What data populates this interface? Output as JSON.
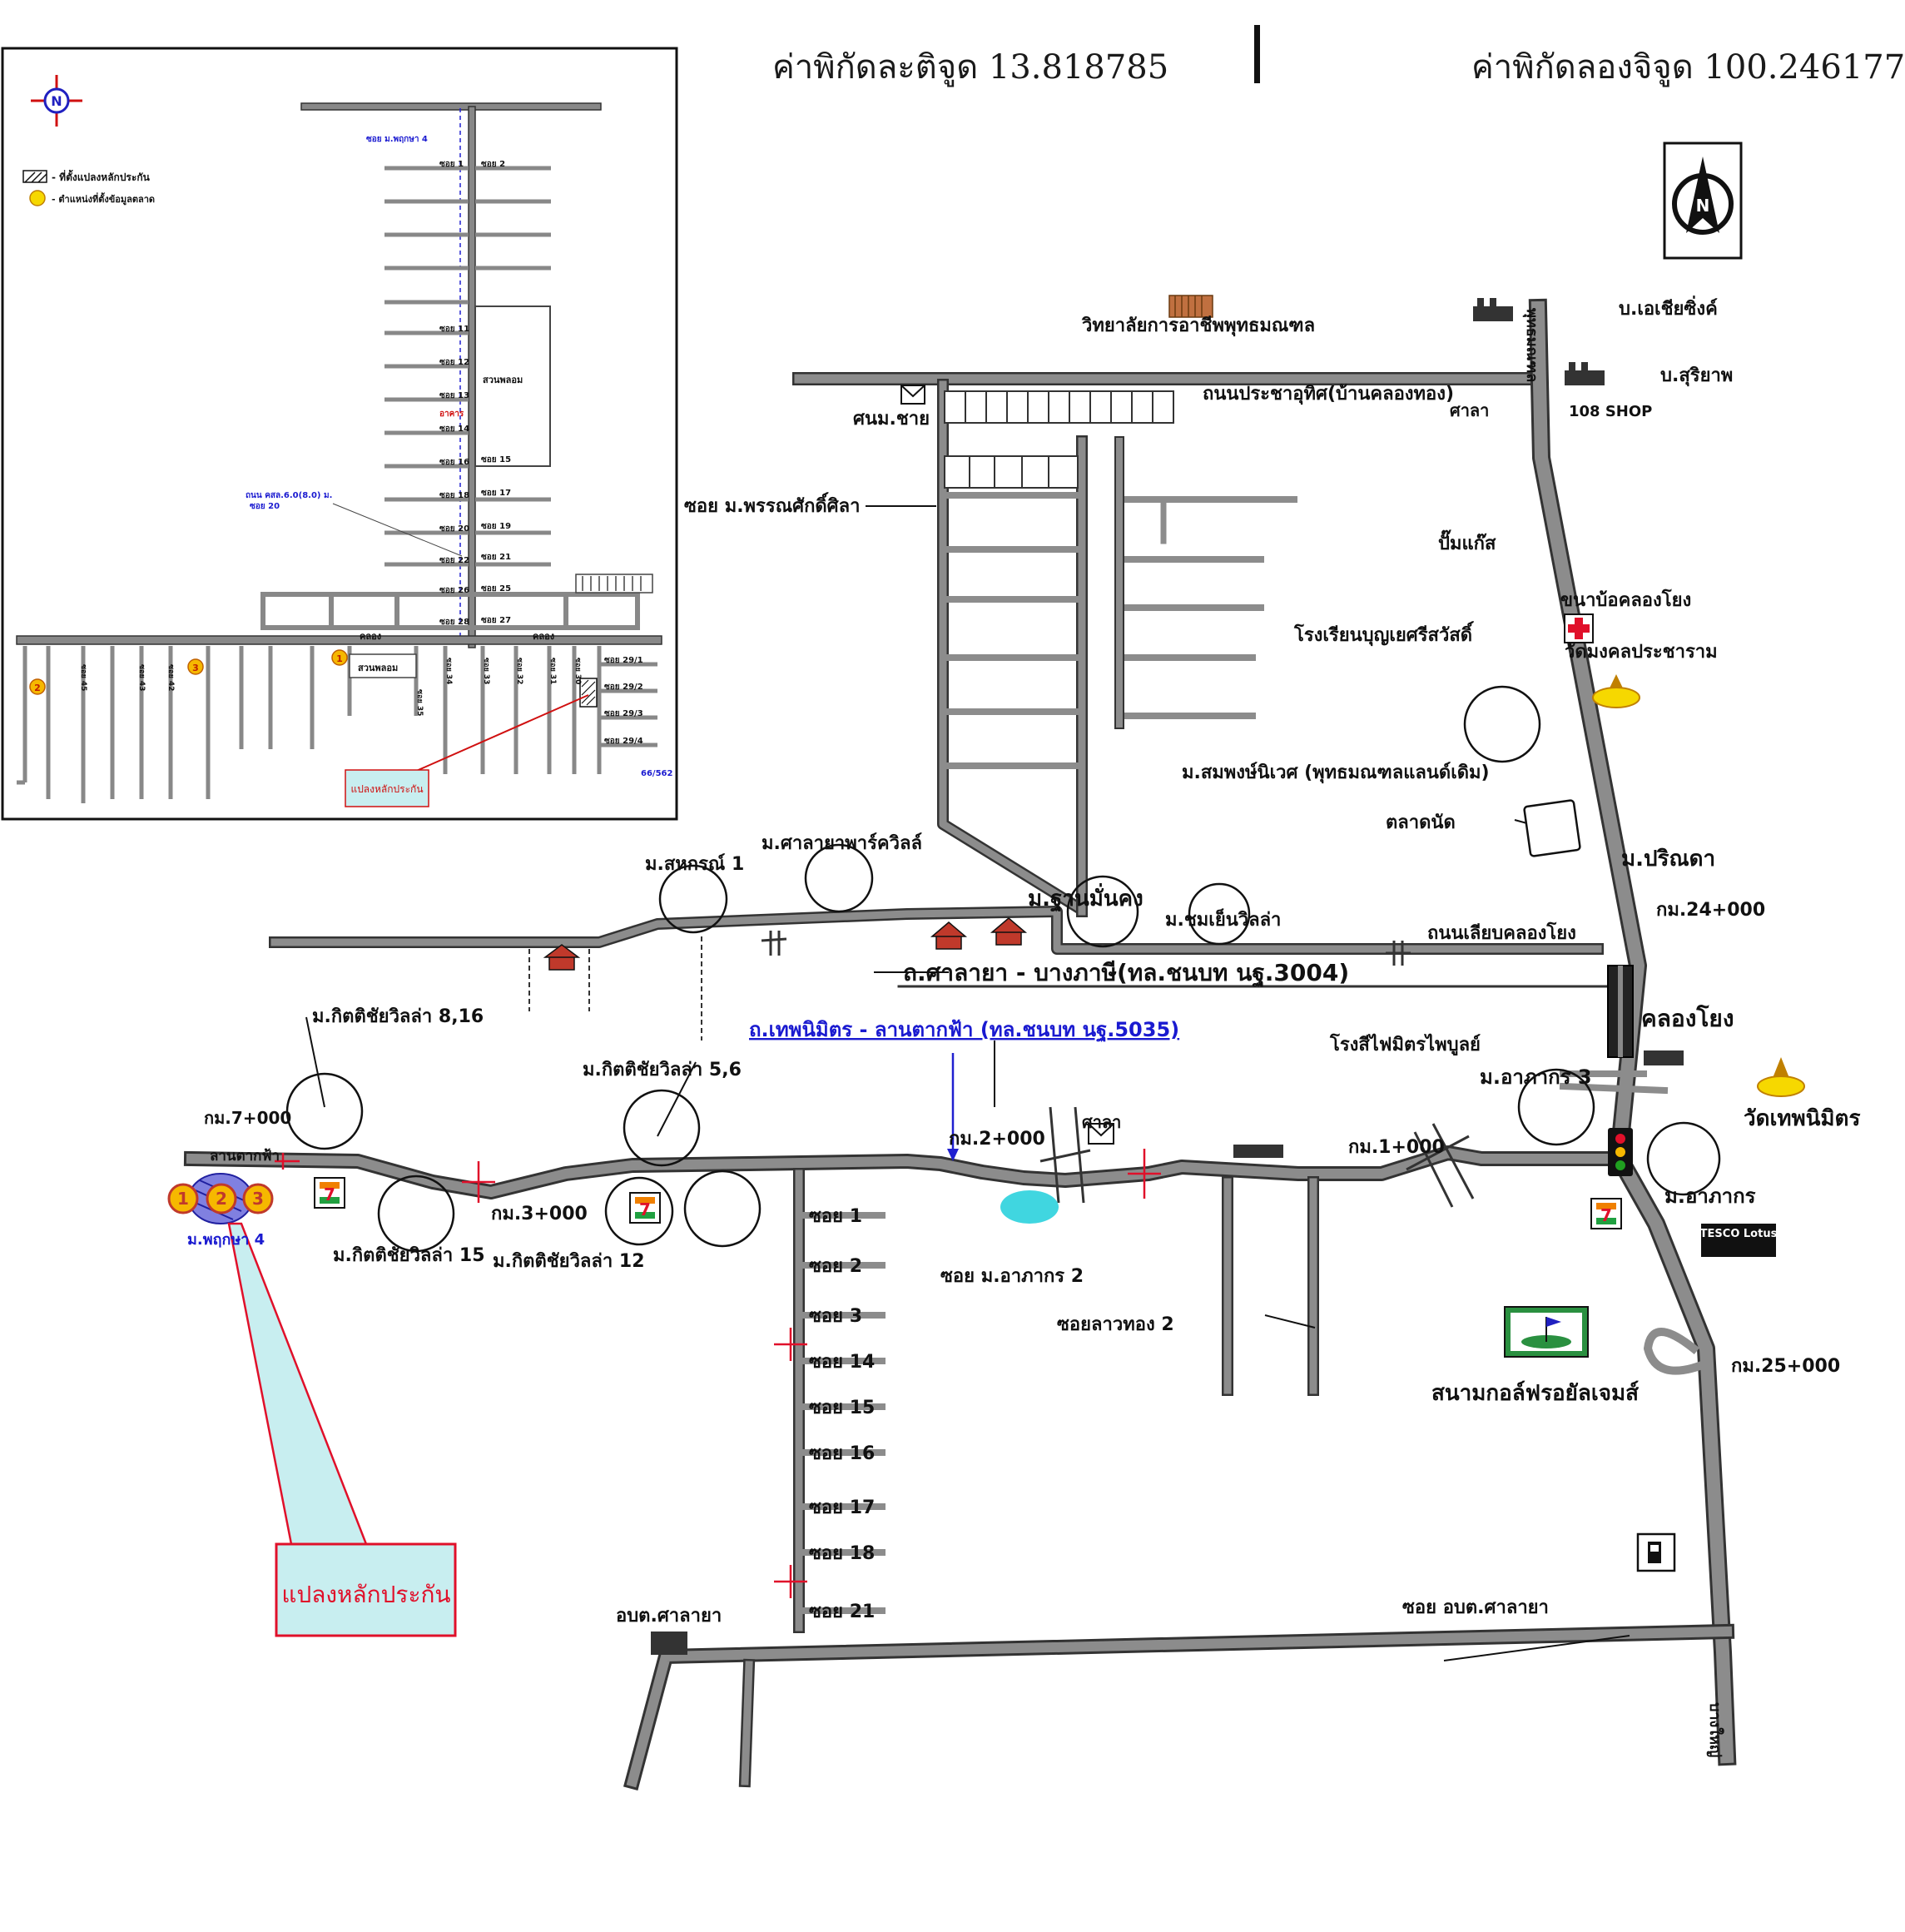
{
  "header": {
    "latitude": "ค่าพิกัดละติจูด 13.818785",
    "longitude": "ค่าพิกัดลองจิจูด 100.246177"
  },
  "inset": {
    "legend": {
      "collateral": "- ที่ตั้งแปลงหลักประกัน",
      "market_point": "- ตำแหน่งที่ตั้งข้อมูลตลาด"
    },
    "labels": {
      "moo_pruksa": "ซอย ม.พฤกษา 4",
      "suan_plum": "สวนพลอม",
      "suan_plum2": "สวนพลอม",
      "road_note": "ถนน คสล.6.0(8.0) ม.",
      "soi_20": "ซอย 20",
      "klong_a": "คลอง",
      "klong_b": "คลอง",
      "collateral_box": "แปลงหลักประกัน",
      "red_note": "อาคาร",
      "num_note": "66/562"
    },
    "soi_left": [
      "ซอย 1",
      "ซอย 11",
      "ซอย 12",
      "ซอย 13",
      "ซอย 14",
      "ซอย 16",
      "ซอย 18",
      "ซอย 20",
      "ซอย 22",
      "ซอย 26",
      "ซอย 28"
    ],
    "soi_right": [
      "ซอย 2",
      "ซอย 15",
      "ซอย 17",
      "ซอย 19",
      "ซอย 21",
      "ซอย 25",
      "ซอย 27"
    ],
    "soi_bottom": [
      "ซอย 45",
      "ซอย 43",
      "ซอย 42",
      "ซอย 35",
      "ซอย 34",
      "ซอย 33",
      "ซอย 32",
      "ซอย 31",
      "ซอย 30"
    ],
    "soi_sub": [
      "ซอย 29/1",
      "ซอย 29/2",
      "ซอย 29/3",
      "ซอย 29/4"
    ],
    "markers": [
      "1",
      "2",
      "3"
    ]
  },
  "map": {
    "landmarks": {
      "college": "วิทยาลัยการอาชีพพุทธมณฑล",
      "b_asia": "บ.เอเชียซิ่งค์",
      "b_thai": "บ.สุริยาพ",
      "shop108": "108 SHOP",
      "sala_top": "ศาลา",
      "prachautit": "ถนนประชาอุทิศ(บ้านคลองทอง)",
      "school_post": "ศนม.ชาย",
      "moo_krisada": "ซอย ม.พรรณศักดิ์ศิลา",
      "gas_station": "ปั๊มแก๊ส",
      "clinic": "ขนาบ้อคลองโยง",
      "school": "โรงเรียนบุญเยศรีสวัสดิ์",
      "wat_top": "วัดมงคลประชาราม",
      "village_pumin": "ม.สมพงษ์นิเวศ (พุทธมณฑลแลนด์เดิม)",
      "talad": "ตลาดนัด",
      "moo_parin": "ม.ปริณดา",
      "km24": "กม.24+000",
      "moo_salaya": "ม.ศาลายาพาร์ควิลล์",
      "moo_sahakorn": "ม.สหกรณ์ 1",
      "moo_baan": "ม.ฐานมั่นคง",
      "moo_chomyen": "ม.ชมเย็นวิลล่า",
      "road_klong": "ถนนเลียบคลองโยง",
      "road_salaya": "ถ.ศาลายา - บางภาษี(ทล.ชนบท นฐ.3004)",
      "road_main": "ถ.เทพนิมิตร - ลานตากฟ้า (ทล.ชนบท นฐ.5035)",
      "klong_yong": "คลองโยง",
      "factory": "โรงสีไฟมิตรไพบูลย์",
      "moo_arkakorn3": "ม.อาภากร 3",
      "wat_thep": "วัดเทพนิมิตร",
      "moo_arkakorn": "ม.อาภากร",
      "tesco": "TESCO Lotus",
      "moo_kitti816": "ม.กิตติชัยวิลล่า 8,16",
      "moo_kitti56": "ม.กิตติชัยวิลล่า 5,6",
      "km7": "กม.7+000",
      "lan_tak_fa": "ลานตากฟ้า",
      "moo_pruksa4": "ม.พฤกษา 4",
      "moo_kitti15": "ม.กิตติชัยวิลล่า 15",
      "moo_kitti12": "ม.กิตติชัยวิลล่า 12",
      "km3": "กม.3+000",
      "km2": "กม.2+000",
      "sala_mid": "ศาลา",
      "km1": "กม.1+000",
      "moo_arkakorn2": "ซอย ม.อาภากร 2",
      "soi_klang2": "ซอยลาวทอง 2",
      "golf": "สนามกอล์ฟรอยัลเจมส์",
      "km25": "กม.25+000",
      "obt_salaya": "อบต.ศาลายา",
      "soi_obt": "ซอย อบต.ศาลายา",
      "collateral_box": "แปลงหลักประกัน",
      "bang_yai": "บางใหญ่",
      "putthamonthon": "พุทธมณฑล"
    },
    "soi_list": [
      "ซอย 1",
      "ซอย 2",
      "ซอย 3",
      "ซอย 14",
      "ซอย 15",
      "ซอย 16",
      "ซอย 17",
      "ซอย 18",
      "ซอย 21"
    ],
    "markers": [
      "1",
      "2",
      "3"
    ],
    "seven_eleven": "7",
    "north": "N"
  },
  "colors": {
    "road": "#8c8c8c",
    "road_outline": "#3a3a3a",
    "marker_fill": "#f6b800",
    "marker_stroke": "#c0392b",
    "highlight": "#c8eef0",
    "accent_red": "#e0102a",
    "accent_blue": "#2020d0"
  }
}
